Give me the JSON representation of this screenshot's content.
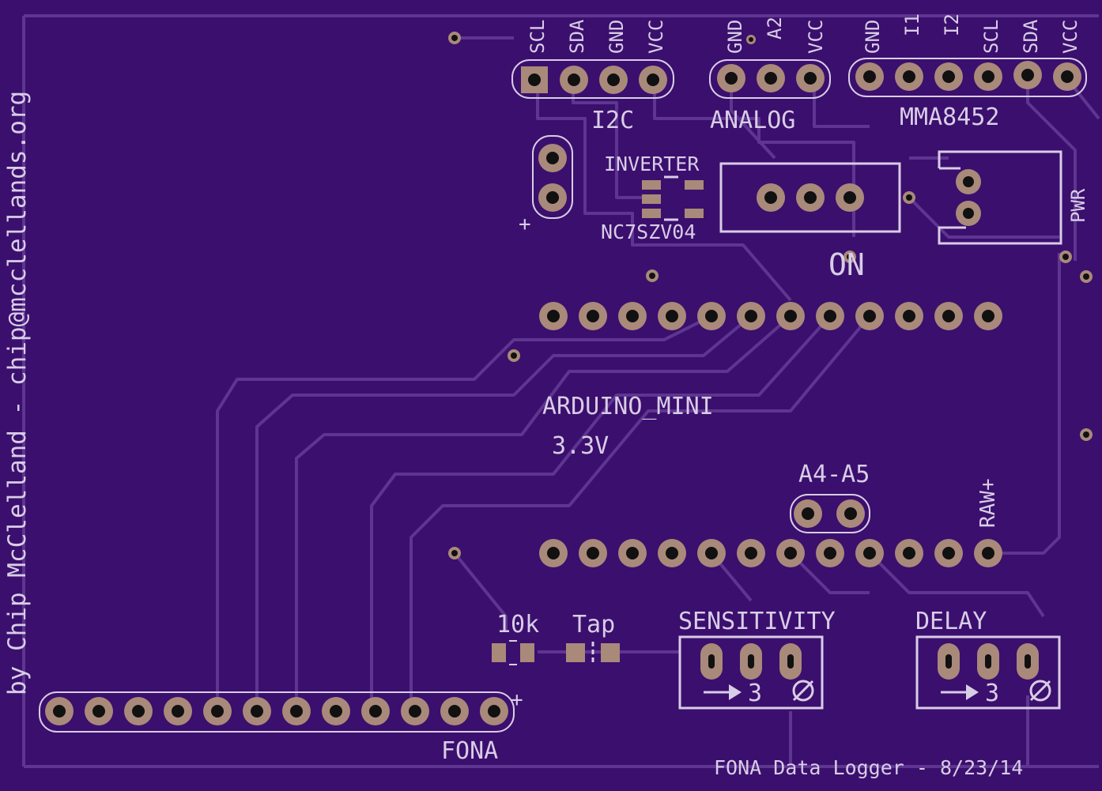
{
  "board": {
    "credit": "by Chip McClelland - chip@mcclellands.org",
    "footer": "FONA Data Logger - 8/23/14",
    "colors": {
      "board": "#3b0f6e",
      "trace": "#5e3590",
      "pad": "#a98979",
      "silk": "#d8cde6"
    }
  },
  "i2c": {
    "pins": [
      "SCL",
      "SDA",
      "GND",
      "VCC"
    ],
    "label": "I2C"
  },
  "analog": {
    "pins": [
      "GND",
      "A2",
      "VCC"
    ],
    "label": "ANALOG"
  },
  "mma": {
    "pins": [
      "GND",
      "I1",
      "I2",
      "SCL",
      "SDA",
      "VCC"
    ],
    "label": "MMA8452"
  },
  "inverter": {
    "title": "INVERTER",
    "part": "NC7SZV04"
  },
  "power_plus": "+",
  "switch": {
    "label": "ON"
  },
  "pwr": {
    "label": "PWR"
  },
  "arduino": {
    "name": "ARDUINO_MINI",
    "voltage": "3.3V",
    "raw": "RAW+"
  },
  "jumper": {
    "label": "A4-A5"
  },
  "resistor": {
    "label": "10k"
  },
  "tap": {
    "label": "Tap"
  },
  "sensitivity": {
    "label": "SENSITIVITY",
    "arrow_value": "3"
  },
  "delay": {
    "label": "DELAY",
    "arrow_value": "3"
  },
  "fona": {
    "label": "FONA",
    "plus": "+"
  }
}
